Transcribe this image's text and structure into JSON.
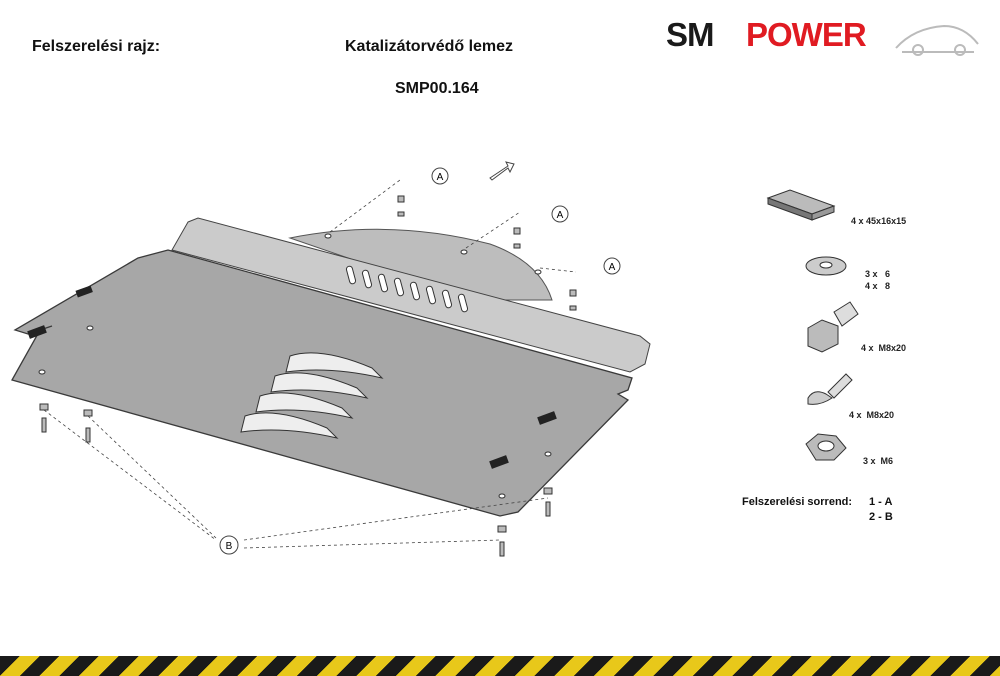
{
  "header": {
    "left_label": "Felszerelési rajz:",
    "center_label": "Katalizátorvédő lemez",
    "part_number": "SMP00.164"
  },
  "logo": {
    "part1": "SM",
    "part2": "POWER",
    "color_dark": "#1a1a1a",
    "color_red": "#e01b22"
  },
  "callouts": {
    "a": "A",
    "b": "B"
  },
  "parts": [
    {
      "qty": "4 x",
      "spec": "45x16x15",
      "icon": "spacer-block-icon"
    },
    {
      "qty": "3 x\n4 x",
      "spec": "6\n8",
      "icon": "washer-icon"
    },
    {
      "qty": "4 x",
      "spec": "M8x20",
      "icon": "hex-bolt-icon"
    },
    {
      "qty": "4 x",
      "spec": "M8x20",
      "icon": "countersunk-bolt-icon"
    },
    {
      "qty": "3 x",
      "spec": "M6",
      "icon": "hex-nut-icon"
    }
  ],
  "sequence": {
    "label": "Felszerelési sorrend:",
    "step1": "1 - A",
    "step2": "2 - B"
  },
  "colors": {
    "plate_fill": "#a7a7a7",
    "plate_light": "#c9c9c9",
    "hazard_yellow": "#e8c81a",
    "hazard_black": "#1a1a1a"
  }
}
